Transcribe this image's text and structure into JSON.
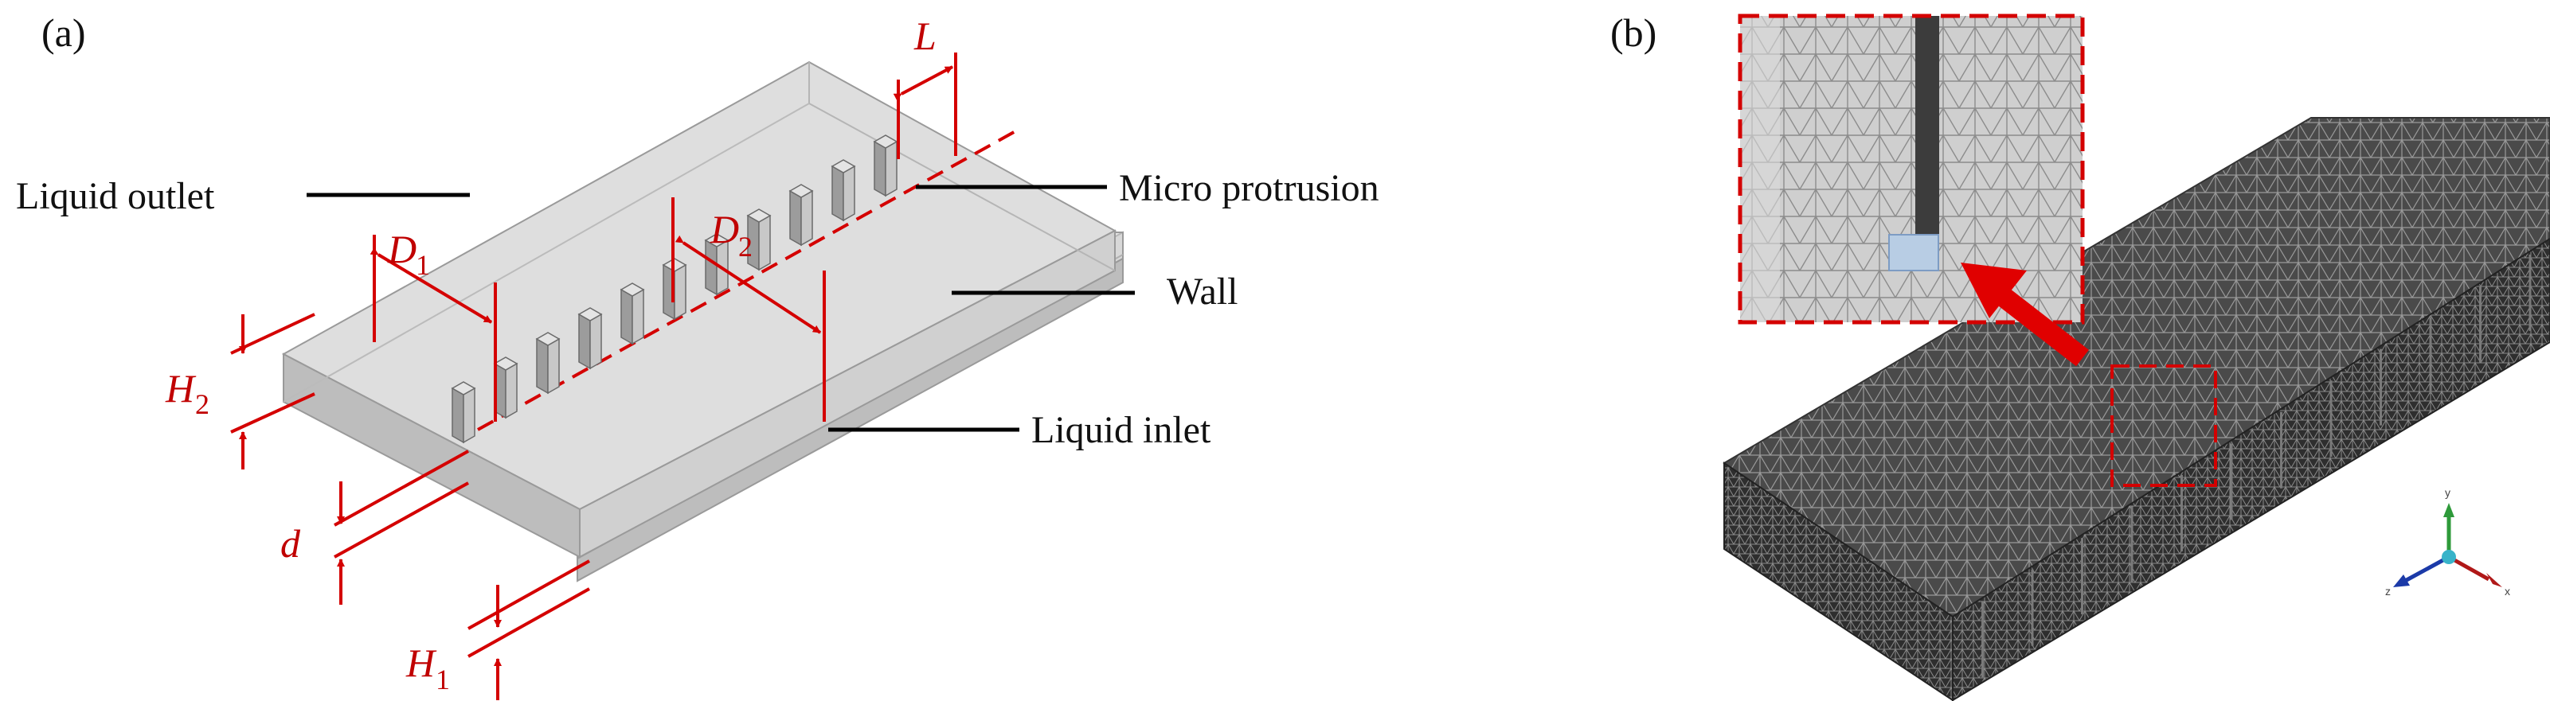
{
  "panel_a": {
    "label": "(a)",
    "labels": {
      "liquid_outlet": "Liquid outlet",
      "micro_protrusion": "Micro protrusion",
      "wall": "Wall",
      "liquid_inlet": "Liquid inlet"
    },
    "dimensions": {
      "L": "L",
      "D1_base": "D",
      "D1_sub": "1",
      "D2_base": "D",
      "D2_sub": "2",
      "H2_base": "H",
      "H2_sub": "2",
      "d": "d",
      "H1_base": "H",
      "H1_sub": "1"
    }
  },
  "panel_b": {
    "label": "(b)",
    "axes": {
      "y": "y",
      "z": "z",
      "x": "x"
    }
  },
  "colors": {
    "annotation_red": "#d40000",
    "body_top": "#dcdcdc",
    "body_side": "#c4c4c4",
    "mesh_dark": "#3a3a3a"
  }
}
